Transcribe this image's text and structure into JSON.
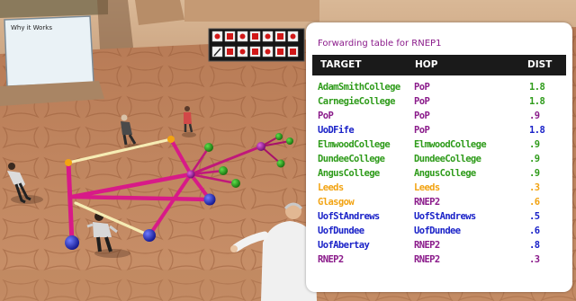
{
  "scene": {
    "wall_sign": "Why it Works"
  },
  "colors": {
    "green": "#2e9b1a",
    "purple": "#8a1a8a",
    "blue": "#1a22c8",
    "orange": "#f2a312"
  },
  "forwarding_table": {
    "title": "Forwarding table for RNEP1",
    "headers": {
      "target": "TARGET",
      "hop": "HOP",
      "dist": "DIST"
    },
    "rows": [
      {
        "target": "AdamSmithCollege",
        "hop": "PoP",
        "dist": "1.8",
        "target_color": "green",
        "hop_color": "purple",
        "dist_color": "green"
      },
      {
        "target": "CarnegieCollege",
        "hop": "PoP",
        "dist": "1.8",
        "target_color": "green",
        "hop_color": "purple",
        "dist_color": "green"
      },
      {
        "target": "PoP",
        "hop": "PoP",
        "dist": ".9",
        "target_color": "purple",
        "hop_color": "purple",
        "dist_color": "purple"
      },
      {
        "target": "UoDFife",
        "hop": "PoP",
        "dist": "1.8",
        "target_color": "blue",
        "hop_color": "purple",
        "dist_color": "blue"
      },
      {
        "target": "ElmwoodCollege",
        "hop": "ElmwoodCollege",
        "dist": ".9",
        "target_color": "green",
        "hop_color": "green",
        "dist_color": "green"
      },
      {
        "target": "DundeeCollege",
        "hop": "DundeeCollege",
        "dist": ".9",
        "target_color": "green",
        "hop_color": "green",
        "dist_color": "green"
      },
      {
        "target": "AngusCollege",
        "hop": "AngusCollege",
        "dist": ".9",
        "target_color": "green",
        "hop_color": "green",
        "dist_color": "green"
      },
      {
        "target": "Leeds",
        "hop": "Leeds",
        "dist": ".3",
        "target_color": "orange",
        "hop_color": "orange",
        "dist_color": "orange"
      },
      {
        "target": "Glasgow",
        "hop": "RNEP2",
        "dist": ".6",
        "target_color": "orange",
        "hop_color": "purple",
        "dist_color": "orange"
      },
      {
        "target": "UofStAndrews",
        "hop": "UofStAndrews",
        "dist": ".5",
        "target_color": "blue",
        "hop_color": "blue",
        "dist_color": "blue"
      },
      {
        "target": "UofDundee",
        "hop": "UofDundee",
        "dist": ".6",
        "target_color": "blue",
        "hop_color": "blue",
        "dist_color": "blue"
      },
      {
        "target": "UofAbertay",
        "hop": "RNEP2",
        "dist": ".8",
        "target_color": "blue",
        "hop_color": "purple",
        "dist_color": "blue"
      },
      {
        "target": "RNEP2",
        "hop": "RNEP2",
        "dist": ".3",
        "target_color": "purple",
        "hop_color": "purple",
        "dist_color": "purple"
      }
    ]
  }
}
